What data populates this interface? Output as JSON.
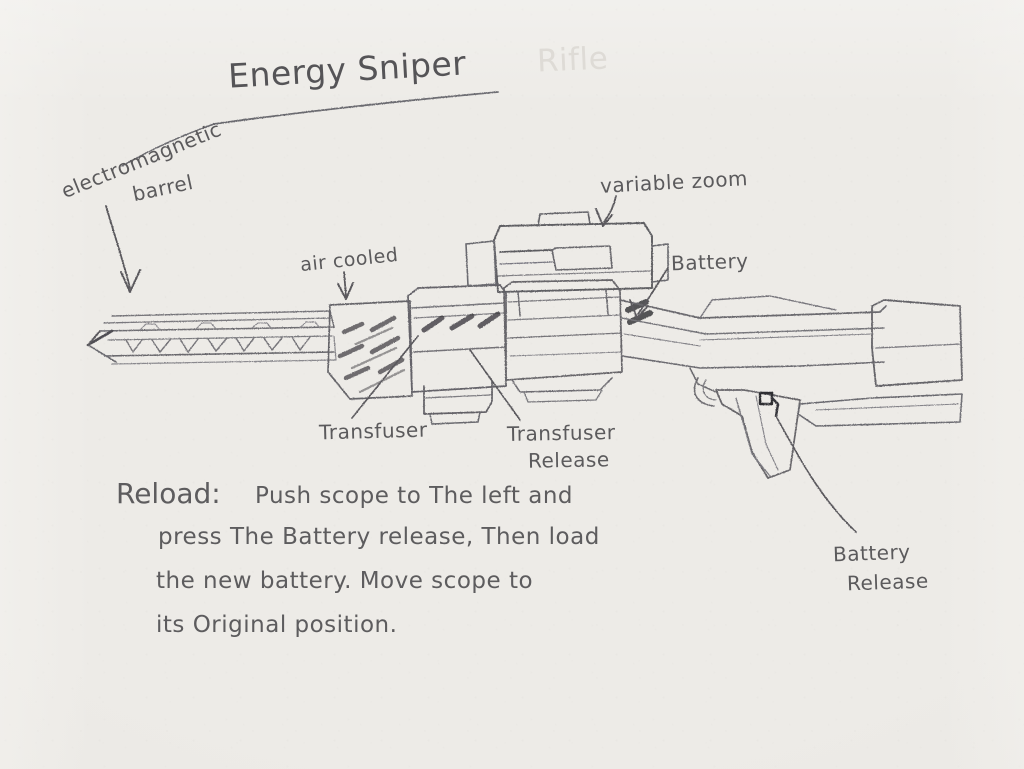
{
  "document": {
    "kind": "hand-drawn pencil sketch on paper",
    "title": "Energy Sniper",
    "title_erased_word": "Rifle",
    "paper_color": "#edebe7",
    "pencil_color": "#5b5a5c"
  },
  "labels": {
    "electromagnetic_barrel": {
      "line1": "electromagnetic",
      "line2": "barrel"
    },
    "air_cooled": "air cooled",
    "variable_zoom": "variable  zoom",
    "battery": "Battery",
    "transfuser": "Transfuser",
    "transfuser_release": {
      "line1": "Transfuser",
      "line2": "Release"
    },
    "battery_release": {
      "line1": "Battery",
      "line2": "Release"
    }
  },
  "instructions": {
    "heading": "Reload:",
    "lines": [
      "Push   scope   to   The   left  and",
      "press   The   Battery  release,   Then     load",
      "the     new    battery. Move     scope  to",
      "its     Original   position."
    ],
    "full_text": "Reload: Push scope to The left and press The Battery release, Then load the new battery. Move scope to its Original position."
  },
  "drawing": {
    "subject": "energy sniper rifle side view",
    "parts": [
      "electromagnetic barrel with coil lattice",
      "air cooled shroud with vent hatching",
      "transfuser block",
      "transfuser release lever",
      "variable zoom scope",
      "battery cell",
      "receiver body",
      "pistol grip with trigger guard",
      "battery release button",
      "butt stock"
    ]
  }
}
